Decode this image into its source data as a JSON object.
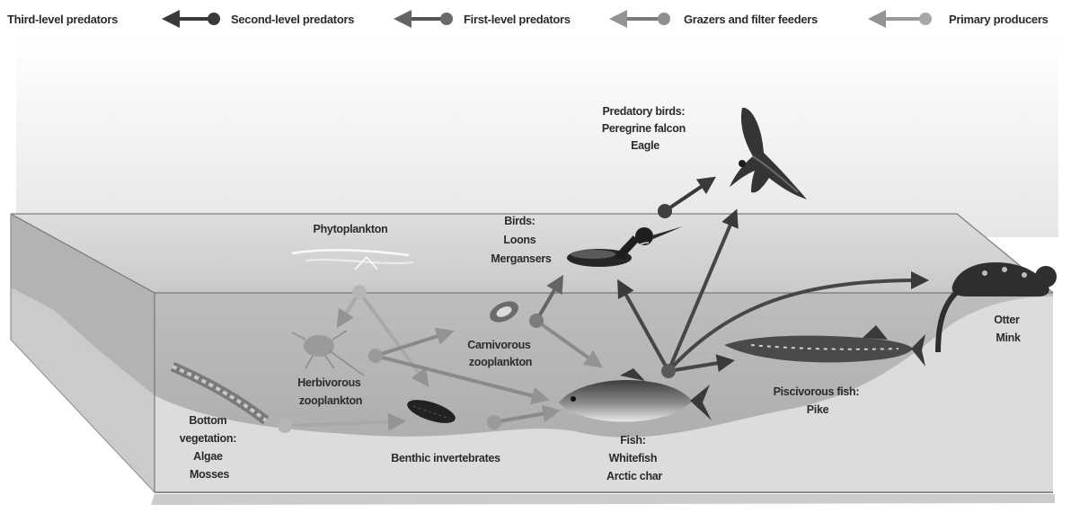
{
  "legend": {
    "items": [
      {
        "label": "Third-level predators",
        "color": "#3a3a3a"
      },
      {
        "label": "Second-level predators",
        "color": "#5a5a5a"
      },
      {
        "label": "First-level predators",
        "color": "#7c7c7c"
      },
      {
        "label": "Grazers and filter feeders",
        "color": "#9e9e9e"
      },
      {
        "label": "Primary producers",
        "color": "#bcbcbc"
      }
    ]
  },
  "labels": {
    "predatory_birds": [
      "Predatory birds:",
      "Peregrine falcon",
      "Eagle"
    ],
    "phytoplankton": [
      "Phytoplankton"
    ],
    "birds": [
      "Birds:",
      "Loons",
      "Mergansers"
    ],
    "carnivorous_zooplankton": [
      "Carnivorous",
      "zooplankton"
    ],
    "herbivorous_zooplankton": [
      "Herbivorous",
      "zooplankton"
    ],
    "bottom_vegetation": [
      "Bottom",
      "vegetation:",
      "Algae",
      "Mosses"
    ],
    "benthic_invertebrates": [
      "Benthic invertebrates"
    ],
    "fish": [
      "Fish:",
      "Whitefish",
      "Arctic char"
    ],
    "piscivorous_fish": [
      "Piscivorous fish:",
      "Pike"
    ],
    "otter_mink": [
      "Otter",
      "Mink"
    ]
  },
  "colors": {
    "sky": "#f3f3f3",
    "water_surface": "#d2d2d2",
    "water_front": "#c4c4c4",
    "sediment": "#dcdcdc",
    "arrow_dark": "#3a3a3a",
    "arrow_mid": "#6a6a6a",
    "arrow_light": "#9a9a9a"
  }
}
